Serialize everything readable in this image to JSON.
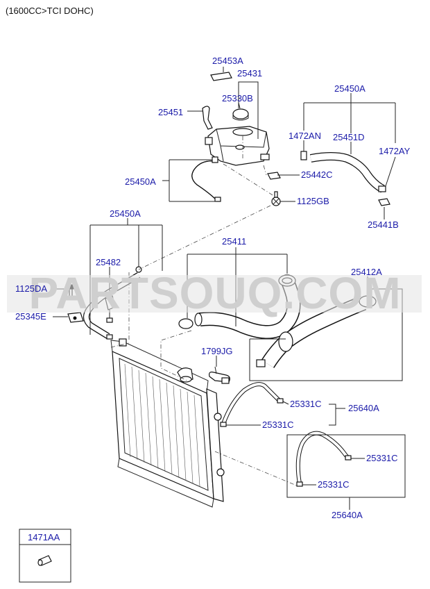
{
  "header": {
    "engine_spec": "(1600CC>TCI DOHC)"
  },
  "watermark": "PARTSOUQ.COM",
  "part_labels": {
    "p25453A": "25453A",
    "p25431": "25431",
    "p25330B": "25330B",
    "p25451": "25451",
    "p25450A_top": "25450A",
    "p1472AN": "1472AN",
    "p25451D": "25451D",
    "p1472AY": "1472AY",
    "p25450A_left": "25450A",
    "p25442C": "25442C",
    "p1125GB": "1125GB",
    "p25441B": "25441B",
    "p25450A_mid": "25450A",
    "p25411": "25411",
    "p25482": "25482",
    "p1125DA": "1125DA",
    "p25412A": "25412A",
    "p25345E": "25345E",
    "p1799JG": "1799JG",
    "p25331C_a": "25331C",
    "p25640A_a": "25640A",
    "p25331C_b": "25331C",
    "p25331C_c": "25331C",
    "p25331C_d": "25331C",
    "p25640A_b": "25640A"
  },
  "legend_box": {
    "code": "1471AA"
  }
}
